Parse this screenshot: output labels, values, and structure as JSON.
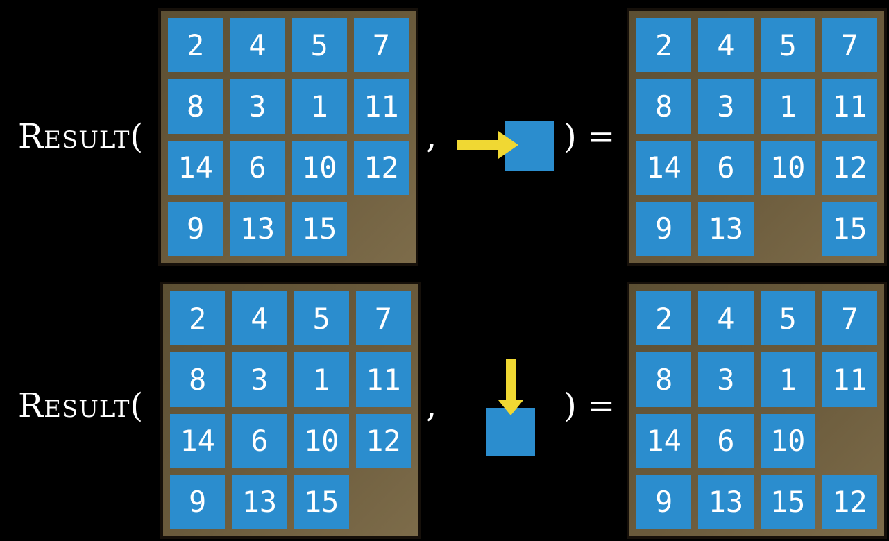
{
  "labels": {
    "function": "Result(",
    "comma": ",",
    "close_equals": ") ="
  },
  "colors": {
    "background": "#000000",
    "tile_blue": "#2b8dce",
    "board_brown": "#6b5b3c",
    "board_brown_light": "#7d6c4a",
    "board_brown_dark": "#5c4f33",
    "board_border": "#16100a",
    "arrow_yellow": "#f0d833",
    "text_white": "#ffffff"
  },
  "examples": [
    {
      "name": "slide-right",
      "move_icon": "arrow-right-icon",
      "before": [
        [
          "2",
          "4",
          "5",
          "7"
        ],
        [
          "8",
          "3",
          "1",
          "11"
        ],
        [
          "14",
          "6",
          "10",
          "12"
        ],
        [
          "9",
          "13",
          "15",
          ""
        ]
      ],
      "after": [
        [
          "2",
          "4",
          "5",
          "7"
        ],
        [
          "8",
          "3",
          "1",
          "11"
        ],
        [
          "14",
          "6",
          "10",
          "12"
        ],
        [
          "9",
          "13",
          "",
          "15"
        ]
      ]
    },
    {
      "name": "slide-down",
      "move_icon": "arrow-down-icon",
      "before": [
        [
          "2",
          "4",
          "5",
          "7"
        ],
        [
          "8",
          "3",
          "1",
          "11"
        ],
        [
          "14",
          "6",
          "10",
          "12"
        ],
        [
          "9",
          "13",
          "15",
          ""
        ]
      ],
      "after": [
        [
          "2",
          "4",
          "5",
          "7"
        ],
        [
          "8",
          "3",
          "1",
          "11"
        ],
        [
          "14",
          "6",
          "10",
          ""
        ],
        [
          "9",
          "13",
          "15",
          "12"
        ]
      ]
    }
  ]
}
